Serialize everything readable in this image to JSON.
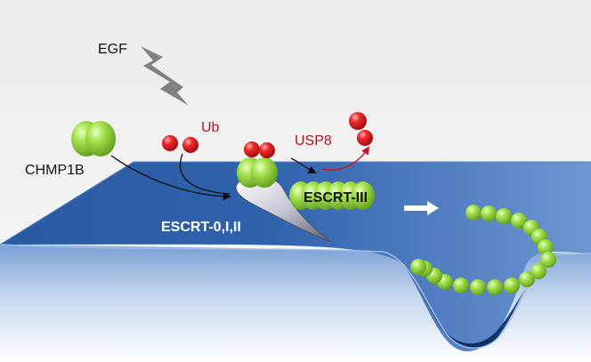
{
  "figure": {
    "description_free": true,
    "labels": {
      "egf": "EGF",
      "ub": "Ub",
      "chmp1b": "CHMP1B",
      "usp8": "USP8",
      "escrt_iii": "ESCRT-III",
      "escrt_0_i_ii": "ESCRT-0,I,II"
    },
    "colors": {
      "background_top": "#f0f0f0",
      "membrane_light": "#6f95cf",
      "membrane_dark": "#1d4580",
      "bud_deep": "#0b2a5c",
      "green_sphere": "#8fd63a",
      "red_sphere": "#e2141f",
      "usp8_text": "#b3121d",
      "arrow_red": "#d01020",
      "arrow_black": "#111111",
      "lightning": "#808080"
    },
    "spheres": {
      "polymer_bead_count": 18,
      "escrt_iii_bead_count": 6,
      "ub_free_count": 2,
      "ub_bound_count": 2,
      "ub_released_count": 2
    },
    "icons": [
      "lightning-icon",
      "flow-arrow-icon"
    ]
  }
}
